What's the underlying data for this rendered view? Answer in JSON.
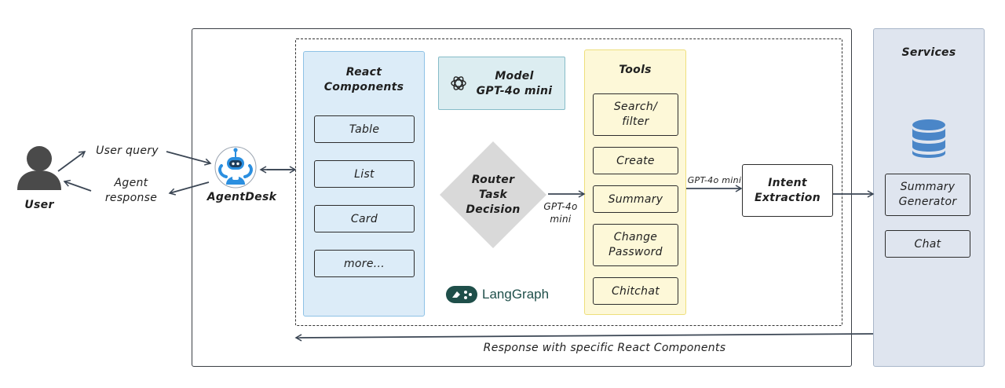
{
  "user": {
    "label": "User"
  },
  "flow": {
    "query": "User query",
    "response": "Agent\nresponse"
  },
  "agent": {
    "label": "AgentDesk"
  },
  "react": {
    "title": "React\nComponents",
    "items": [
      "Table",
      "List",
      "Card",
      "more..."
    ]
  },
  "model": {
    "line1": "Model",
    "line2": "GPT-4o mini"
  },
  "router": {
    "label": "Router\nTask\nDecision",
    "edge_label": "GPT-4o\nmini"
  },
  "tools": {
    "title": "Tools",
    "items": [
      "Search/\nfilter",
      "Create",
      "Summary",
      "Change\nPassword",
      "Chitchat"
    ]
  },
  "intent": {
    "label": "Intent\nExtraction",
    "edge_label": "GPT-4o mini"
  },
  "langgraph": {
    "label": "LangGraph"
  },
  "services": {
    "title": "Services",
    "items": [
      "Summary\nGenerator",
      "Chat"
    ]
  },
  "footer": {
    "response_label": "Response with specific React Components"
  },
  "colors": {
    "react_panel": "#dcecf8",
    "tools_panel": "#fdf8d8",
    "services_panel": "#dfe5ef",
    "router_diamond": "#d9d9d9",
    "db_icon": "#4a86c8",
    "agent_icon": "#2b8fe0"
  }
}
